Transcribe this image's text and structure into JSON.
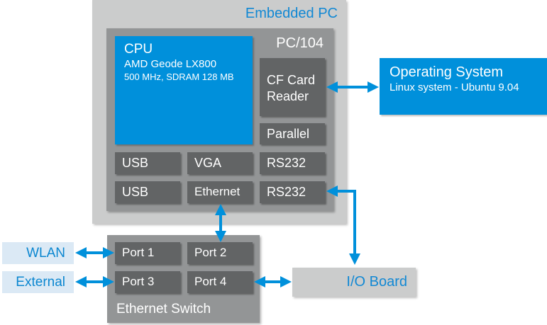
{
  "embedded_pc": {
    "title": "Embedded PC"
  },
  "pc104": {
    "title": "PC/104",
    "cpu": {
      "title": "CPU",
      "model": "AMD Geode LX800",
      "specs": "500 MHz, SDRAM  128 MB"
    },
    "cf_card_reader": "CF Card Reader",
    "parallel": "Parallel",
    "ports": [
      "USB",
      "VGA",
      "RS232",
      "USB",
      "Ethernet",
      "RS232"
    ]
  },
  "operating_system": {
    "title": "Operating System",
    "detail": "Linux system - Ubuntu 9.04"
  },
  "ethernet_switch": {
    "title": "Ethernet Switch",
    "ports": [
      "Port 1",
      "Port 2",
      "Port 3",
      "Port 4"
    ]
  },
  "external_nodes": {
    "wlan": "WLAN",
    "external": "External",
    "io_board": "I/O Board"
  },
  "colors": {
    "accent_blue": "#0090db",
    "outer_gray": "#cbcccc",
    "mid_gray": "#939596",
    "dark_gray": "#626465",
    "light_blue": "#dbe9f5"
  }
}
